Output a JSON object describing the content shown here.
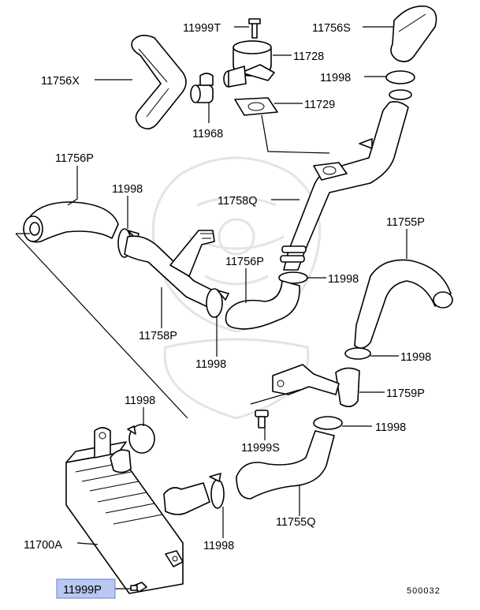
{
  "diagram": {
    "callouts": [
      {
        "id": "11999T",
        "text": "11999T"
      },
      {
        "id": "11756S",
        "text": "11756S"
      },
      {
        "id": "11728",
        "text": "11728"
      },
      {
        "id": "11756X",
        "text": "11756X"
      },
      {
        "id": "11998_a",
        "text": "11998"
      },
      {
        "id": "11729",
        "text": "11729"
      },
      {
        "id": "11968",
        "text": "11968"
      },
      {
        "id": "11756P_a",
        "text": "11756P"
      },
      {
        "id": "11998_b",
        "text": "11998"
      },
      {
        "id": "11758Q",
        "text": "11758Q"
      },
      {
        "id": "11755P",
        "text": "11755P"
      },
      {
        "id": "11756P_b",
        "text": "11756P"
      },
      {
        "id": "11998_c",
        "text": "11998"
      },
      {
        "id": "11758P",
        "text": "11758P"
      },
      {
        "id": "11998_d",
        "text": "11998"
      },
      {
        "id": "11998_e",
        "text": "11998"
      },
      {
        "id": "11759P",
        "text": "11759P"
      },
      {
        "id": "11998_f",
        "text": "11998"
      },
      {
        "id": "11998_g",
        "text": "11998"
      },
      {
        "id": "11999S",
        "text": "11999S"
      },
      {
        "id": "11755Q",
        "text": "11755Q"
      },
      {
        "id": "11998_h",
        "text": "11998"
      },
      {
        "id": "11700A",
        "text": "11700A"
      },
      {
        "id": "11999P",
        "text": "11999P"
      }
    ],
    "highlighted_part": "11999P",
    "diagram_number": "500032",
    "colors": {
      "line": "#000000",
      "highlight": "#b8c8f0",
      "watermark": "#e4e4e4"
    }
  }
}
